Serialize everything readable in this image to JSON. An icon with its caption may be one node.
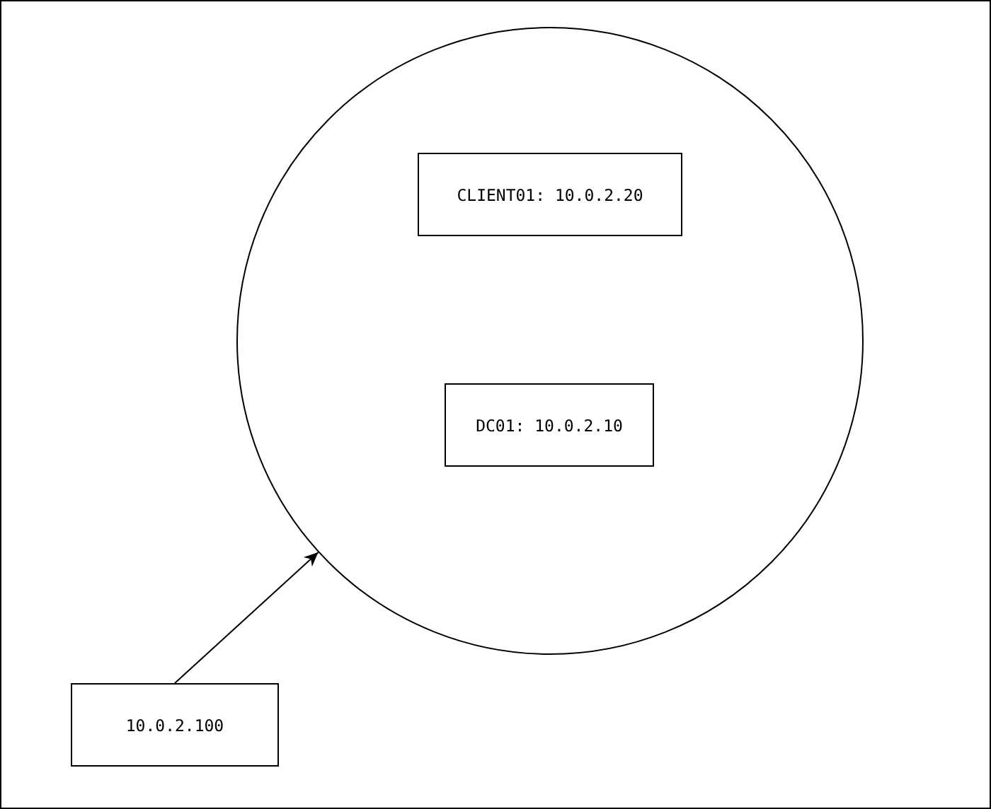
{
  "diagram": {
    "nodes": [
      {
        "text": [],
        "shape": "circle"
      },
      {
        "text": [
          "CLIENT01: 10.0.2.20"
        ],
        "in": 0
      },
      {
        "text": [
          "DC01: 10.0.2.10"
        ],
        "in": 0
      },
      {
        "text": [
          "10.0.2.100"
        ]
      }
    ],
    "edges": [
      {
        "from": 3,
        "to": 0,
        "arrow": "to"
      }
    ]
  }
}
